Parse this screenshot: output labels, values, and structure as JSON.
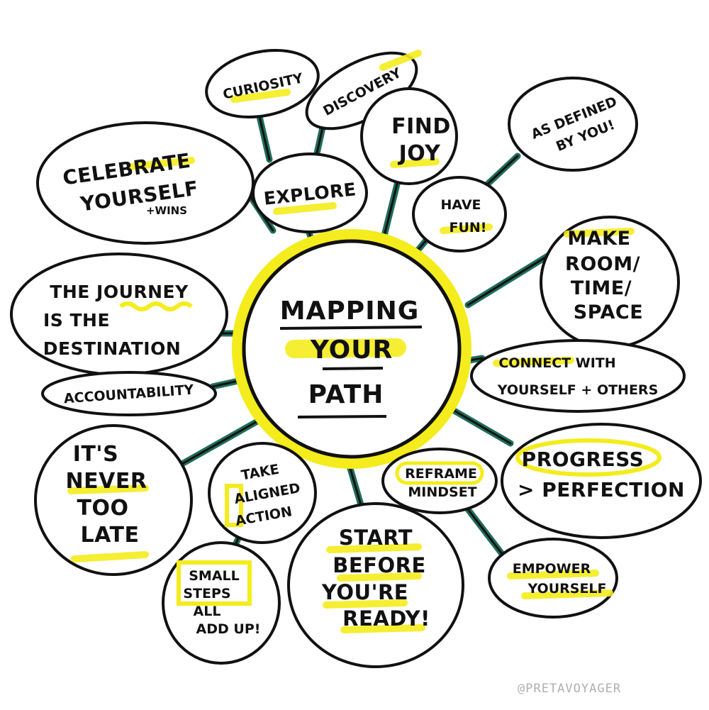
{
  "center": {
    "line1": "MAPPING",
    "line2": "YOUR",
    "line3": "PATH"
  },
  "nodes": {
    "curiosity": "CURIOSITY",
    "discovery": "DISCOVERY",
    "explore": "EXPLORE",
    "find_joy_1": "FIND",
    "find_joy_2": "JOY",
    "as_defined_1": "AS DEFINED",
    "as_defined_2": "BY YOU!",
    "have_fun_1": "HAVE",
    "have_fun_2": "FUN!",
    "celebrate_1": "CELEBRATE",
    "celebrate_2": "YOURSELF",
    "celebrate_3": "+WINS",
    "journey_1": "THE JOURNEY",
    "journey_2": "IS THE",
    "journey_3": "DESTINATION",
    "accountability": "ACCOUNTABILITY",
    "make_room_1": "MAKE",
    "make_room_2": "ROOM/",
    "make_room_3": "TIME/",
    "make_room_4": "SPACE",
    "connect_1": "CONNECT WITH",
    "connect_2": "YOURSELF + OTHERS",
    "never_late_1": "IT'S",
    "never_late_2": "NEVER",
    "never_late_3": "TOO",
    "never_late_4": "LATE",
    "aligned_1": "TAKE",
    "aligned_2": "ALIGNED",
    "aligned_3": "ACTION",
    "small_steps_1": "SMALL",
    "small_steps_2": "STEPS",
    "small_steps_3": "ALL",
    "small_steps_4": "ADD UP!",
    "start_1": "START",
    "start_2": "BEFORE",
    "start_3": "YOU'RE",
    "start_4": "READY!",
    "reframe_1": "REFRAME",
    "reframe_2": "MINDSET",
    "progress_1": "PROGRESS",
    "progress_2": "> PERFECTION",
    "empower_1": "EMPOWER",
    "empower_2": "YOURSELF"
  },
  "credit": "@PRETAVOYAGER",
  "colors": {
    "highlight": "#f4ec1c",
    "connector": "#1f6f5c",
    "ink": "#111111"
  }
}
